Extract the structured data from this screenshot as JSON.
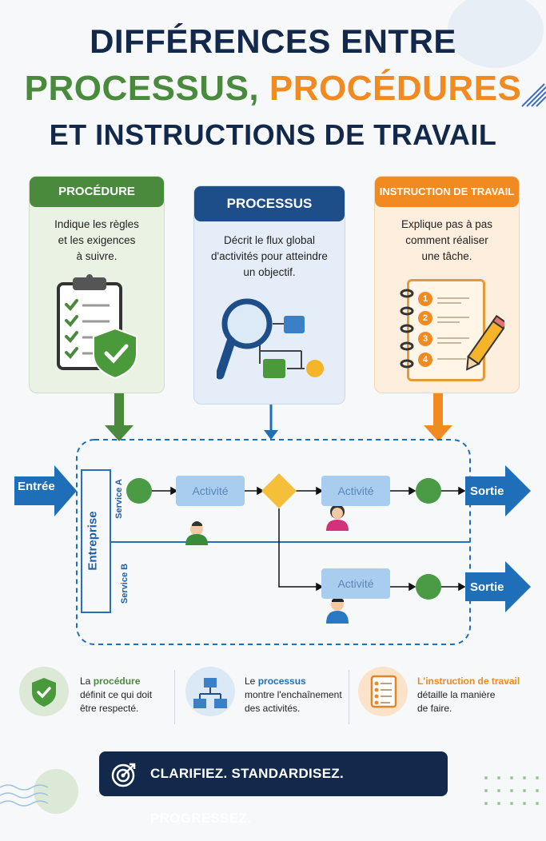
{
  "title": {
    "line1": "DIFFÉRENCES ENTRE",
    "line2_a": "PROCESSUS,",
    "line2_b": "PROCÉDURES",
    "line3": "ET INSTRUCTIONS DE TRAVAIL"
  },
  "cards": {
    "procedure": {
      "title": "PROCÉDURE",
      "lines": [
        "Indique les règles",
        "et les exigences",
        "à suivre."
      ],
      "color": "#4a8a3c"
    },
    "processus": {
      "title": "PROCESSUS",
      "lines": [
        "Décrit le flux global",
        "d'activités pour atteindre",
        "un objectif."
      ],
      "color": "#1d4e89"
    },
    "instruction": {
      "title": "INSTRUCTION DE TRAVAIL",
      "lines": [
        "Explique pas à pas",
        "comment réaliser",
        "une tâche."
      ],
      "color": "#f28a22"
    }
  },
  "flow": {
    "input": "Entrée",
    "output": "Sortie",
    "org": "Entreprise",
    "lane_a": "Service A",
    "lane_b": "Service B",
    "activity": "Activité",
    "steps": [
      "1",
      "2",
      "3",
      "4"
    ]
  },
  "legend": {
    "procedure": {
      "pre": "La ",
      "key": "procédure",
      "post": "",
      "lines": [
        "définit ce qui doit",
        "être respecté."
      ]
    },
    "processus": {
      "pre": "Le ",
      "key": "processus",
      "post": "",
      "lines": [
        "montre l'enchaînement",
        "des activités."
      ]
    },
    "instruction": {
      "pre": "L'",
      "key": "instruction de travail",
      "post": "",
      "lines": [
        "détaille la manière",
        "de faire."
      ]
    }
  },
  "banner": {
    "text": "CLARIFIEZ. STANDARDISEZ. PROGRESSEZ."
  },
  "colors": {
    "green": "#4a8a3c",
    "blue": "#1d4e89",
    "orange": "#f28a22",
    "navy": "#13294b",
    "arrow_blue": "#1f6fb8"
  }
}
